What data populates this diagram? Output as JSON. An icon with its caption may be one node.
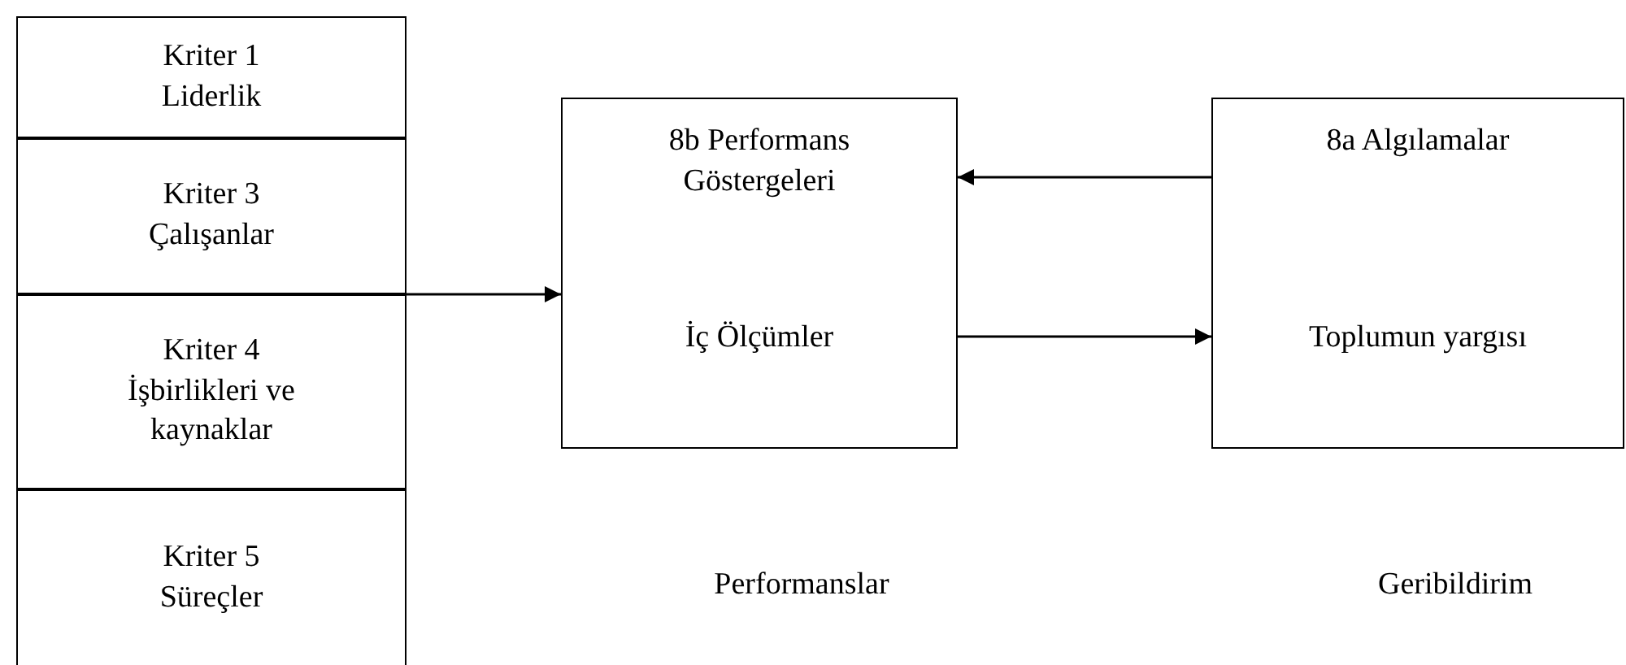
{
  "diagram": {
    "nodes": [
      {
        "text": [
          "Kriter 1 Liderlik"
        ]
      },
      {
        "text": [
          "Kriter 3 Çalışanlar"
        ]
      },
      {
        "text": [
          "Kriter 4 İşbirlikleri ve kaynaklar"
        ]
      },
      {
        "text": [
          "Kriter 5 Süreçler"
        ]
      },
      {
        "text": [
          "8b Performans Göstergeleri",
          "İç Ölçümler"
        ],
        "beside": [
          "Performanslar"
        ]
      },
      {
        "text": [
          "8a Algılamalar",
          "Toplumun yargısı"
        ],
        "beside": [
          "Geribildirim"
        ]
      }
    ],
    "edges": [
      {
        "from": 1,
        "to": 4,
        "arrow": "to"
      },
      {
        "from": 5,
        "to": 4,
        "arrow": "to"
      },
      {
        "from": 4,
        "to": 5,
        "arrow": "to"
      }
    ]
  }
}
